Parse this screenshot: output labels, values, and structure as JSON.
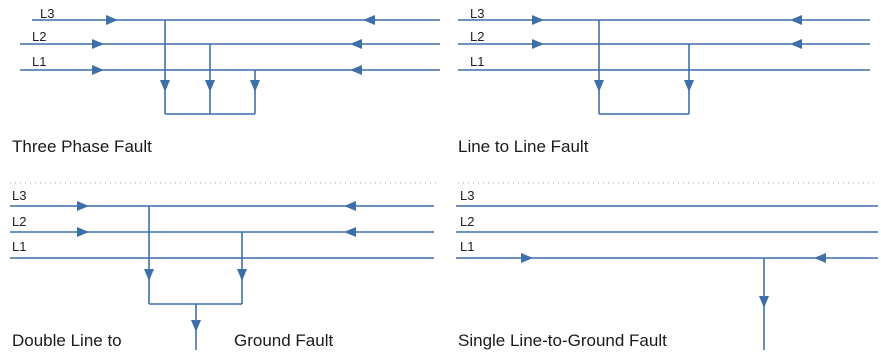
{
  "colors": {
    "line": "#3f6fa8",
    "text": "#1a1a1a",
    "separator": "#a8a8a8"
  },
  "panels": {
    "three_phase": {
      "title": "Three Phase Fault",
      "labels": {
        "l3": "L3",
        "l2": "L2",
        "l1": "L1"
      }
    },
    "line_to_line": {
      "title": "Line to Line Fault",
      "labels": {
        "l3": "L3",
        "l2": "L2",
        "l1": "L1"
      }
    },
    "double_line_ground": {
      "title_left": "Double Line to",
      "title_right": "Ground Fault",
      "labels": {
        "l3": "L3",
        "l2": "L2",
        "l1": "L1"
      }
    },
    "single_line_ground": {
      "title": "Single Line-to-Ground Fault",
      "labels": {
        "l3": "L3",
        "l2": "L2",
        "l1": "L1"
      }
    }
  }
}
